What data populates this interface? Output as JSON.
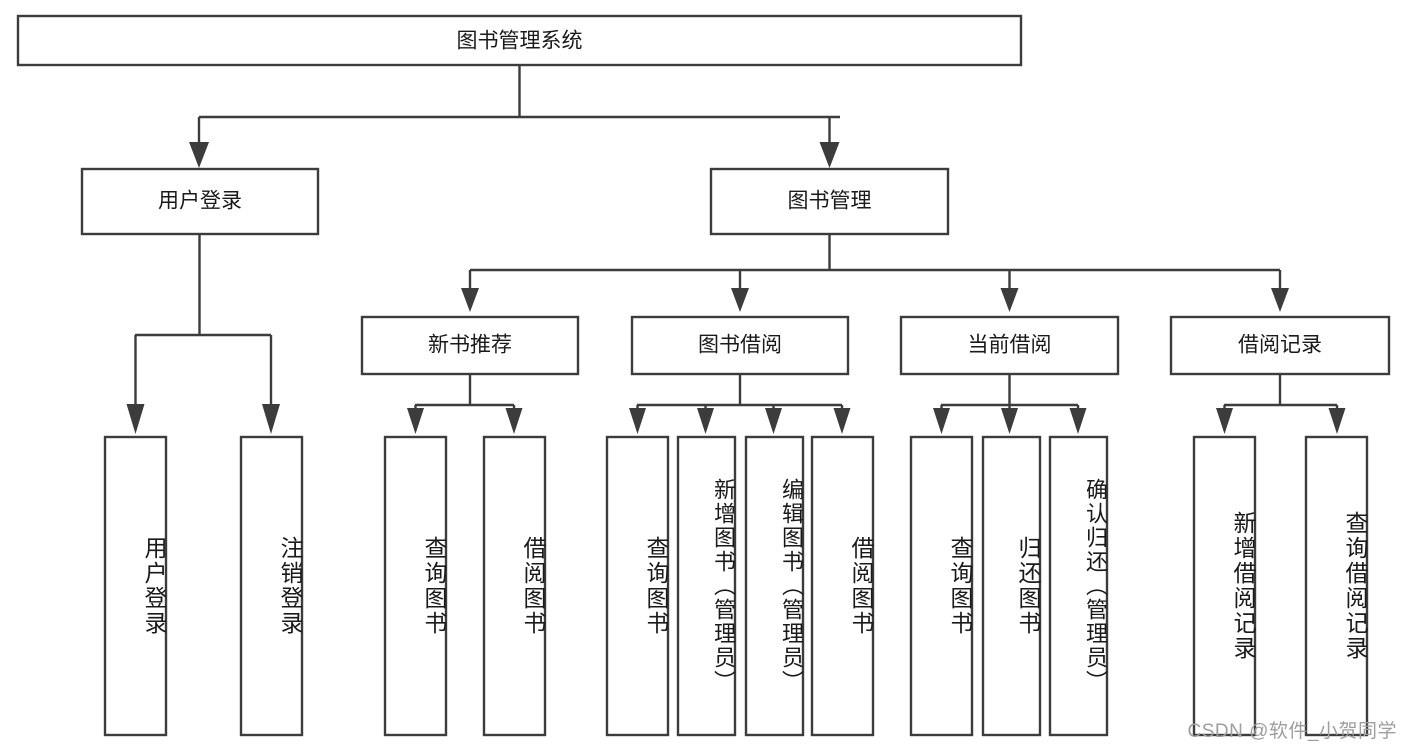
{
  "diagram": {
    "type": "tree-hierarchy",
    "title": "图书管理系统",
    "accent_color": "#3c3c3c",
    "box_fill": "#ffffff",
    "text_color": "#1a1a1a",
    "root": {
      "label": "图书管理系统"
    },
    "level2": [
      {
        "label": "用户登录"
      },
      {
        "label": "图书管理"
      }
    ],
    "level3": [
      {
        "label": "新书推荐"
      },
      {
        "label": "图书借阅"
      },
      {
        "label": "当前借阅"
      },
      {
        "label": "借阅记录"
      }
    ],
    "leaves": {
      "user_login": [
        {
          "label": "用户登录"
        },
        {
          "label": "注销登录"
        }
      ],
      "new_book_recommend": [
        {
          "label": "查询图书"
        },
        {
          "label": "借阅图书"
        }
      ],
      "book_borrow": [
        {
          "label": "查询图书"
        },
        {
          "label": "新增图书（管理员）"
        },
        {
          "label": "编辑图书（管理员）"
        },
        {
          "label": "借阅图书"
        }
      ],
      "current_borrow": [
        {
          "label": "查询图书"
        },
        {
          "label": "归还图书"
        },
        {
          "label": "确认归还（管理员）"
        }
      ],
      "borrow_record": [
        {
          "label": "新增借阅记录"
        },
        {
          "label": "查询借阅记录"
        }
      ]
    }
  },
  "watermark": {
    "text": "CSDN @软件_小贺同学"
  }
}
